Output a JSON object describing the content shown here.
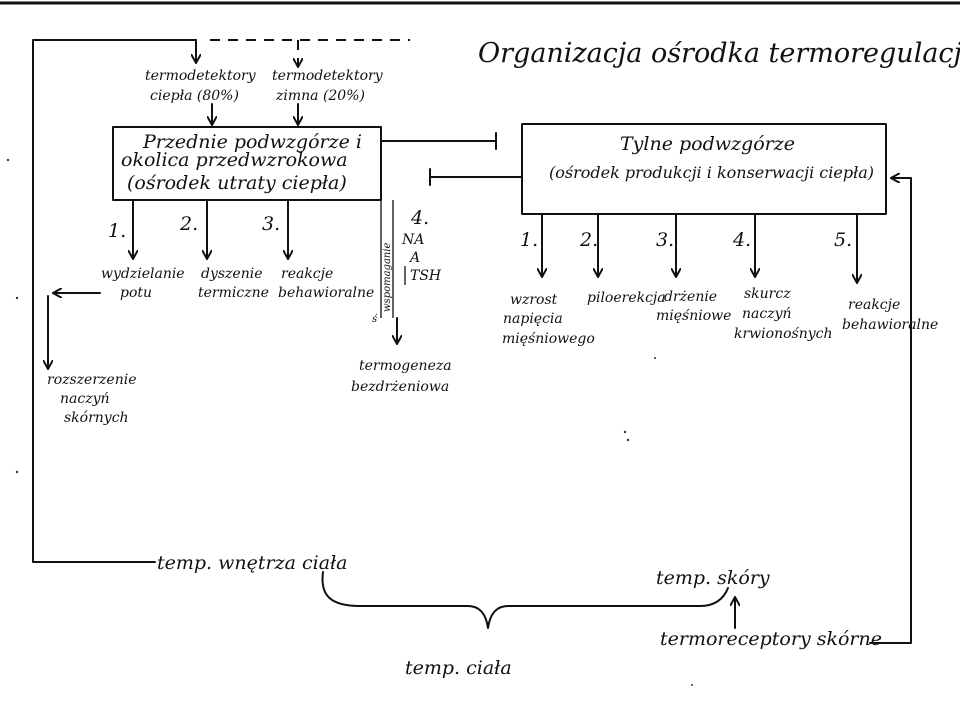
{
  "title": "Organizacja ośrodka termoregulacji",
  "thermoreceptors": {
    "heat": [
      "termodetektory",
      "ciepła (80%)"
    ],
    "cold": [
      "termodetektory",
      "zimna (20%)"
    ]
  },
  "anterior_box": {
    "lines": [
      "Przednie podwzgórze i",
      "okolica przedwzrokowa",
      "(ośrodek utraty ciepła)"
    ]
  },
  "posterior_box": {
    "lines": [
      "Tylne podwzgórze",
      "(ośrodek produkcji i konserwacji ciepła)"
    ]
  },
  "anterior_outputs": [
    {
      "num": "1.",
      "lines": [
        "wydzielanie",
        "potu"
      ]
    },
    {
      "num": "2.",
      "lines": [
        "dyszenie",
        "termiczne"
      ]
    },
    {
      "num": "3.",
      "lines": [
        "reakcje",
        "behawioralne"
      ]
    }
  ],
  "item4": {
    "num": "4.",
    "hormones": [
      "NA",
      "A",
      "TSH"
    ],
    "vertical_note": "wspomaganie",
    "side_mark": "ś",
    "result_lines": [
      "termogeneza",
      "bezdrżeniowa"
    ]
  },
  "sweat_branch": {
    "lines": [
      "rozszerzenie",
      "naczyń",
      "skórnych"
    ]
  },
  "posterior_outputs": [
    {
      "num": "1.",
      "lines": [
        "wzrost",
        "napięcia",
        "mięśniowego"
      ]
    },
    {
      "num": "2.",
      "lines": [
        "piloerekcja"
      ]
    },
    {
      "num": "3.",
      "lines": [
        "drżenie",
        "mięśniowe"
      ]
    },
    {
      "num": "4.",
      "lines": [
        "skurcz",
        "naczyń",
        "krwionośnych"
      ]
    },
    {
      "num": "5.",
      "lines": [
        "reakcje",
        "behawioralne"
      ]
    }
  ],
  "bottom": {
    "core_temp": "temp. wnętrza ciała",
    "skin_temp": "temp. skóry",
    "skin_receptors": "termoreceptory skórne",
    "body_temp": "temp. ciała"
  }
}
